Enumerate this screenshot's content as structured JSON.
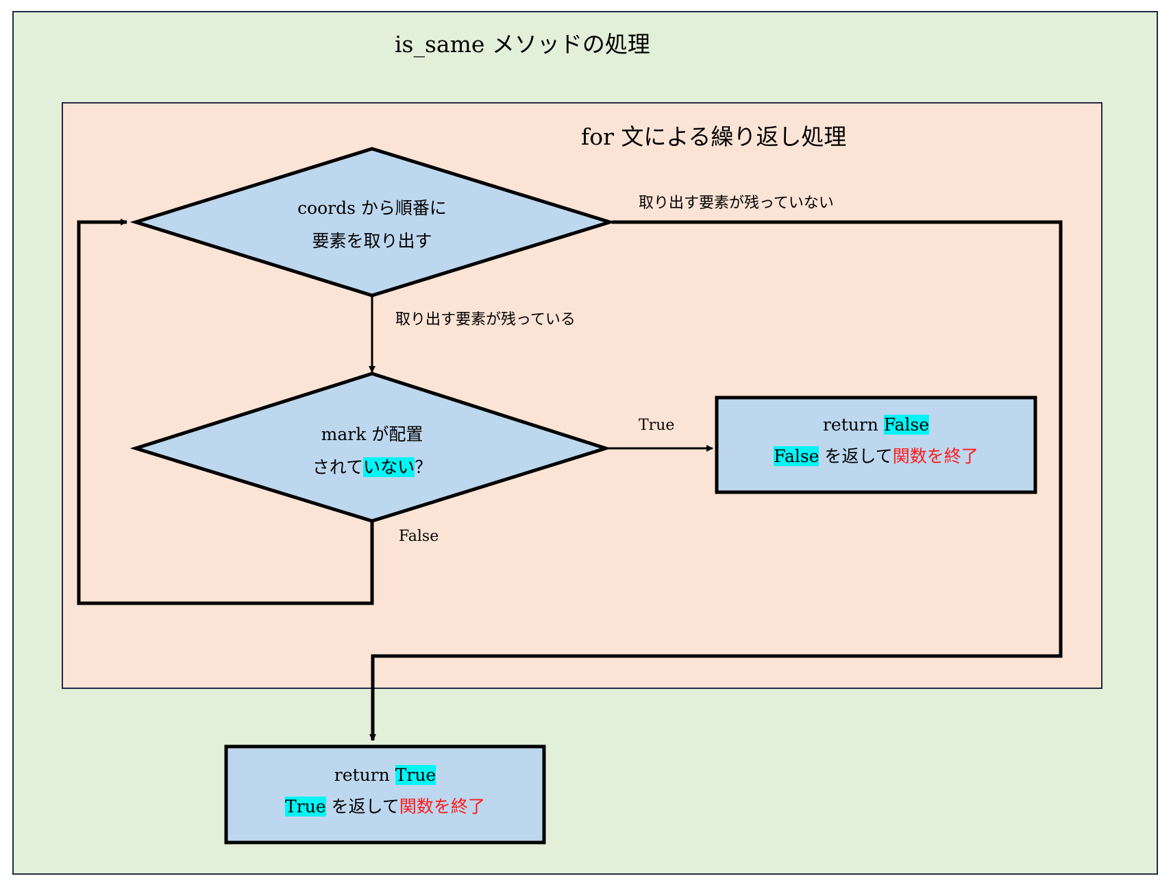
{
  "title": "is_same メソッドの処理",
  "loop_title": "for 文による繰り返し処理",
  "colors": {
    "outer_frame": "#e2efd9",
    "loop_frame": "#fbe4d5",
    "shape_fill": "#bdd7ee",
    "highlight": "#00f5f5",
    "emphasis": "#ff1a1a"
  },
  "nodes": {
    "iterate": {
      "line1": "coords から順番に",
      "line2": "要素を取り出す"
    },
    "check": {
      "line1": "mark が配置",
      "line2_pre": "されて",
      "line2_hl": "いない",
      "line2_post": "？"
    },
    "return_false": {
      "line1_pre": "return ",
      "line1_hl": "False",
      "line2_hl": "False",
      "line2_mid": " を返して",
      "line2_red": "関数を終了"
    },
    "return_true": {
      "line1_pre": "return ",
      "line1_hl": "True",
      "line2_hl": "True",
      "line2_mid": " を返して",
      "line2_red": "関数を終了"
    }
  },
  "edges": {
    "no_more_elements": "取り出す要素が残っていない",
    "elements_remain": "取り出す要素が残っている",
    "true_label": "True",
    "false_label": "False"
  }
}
